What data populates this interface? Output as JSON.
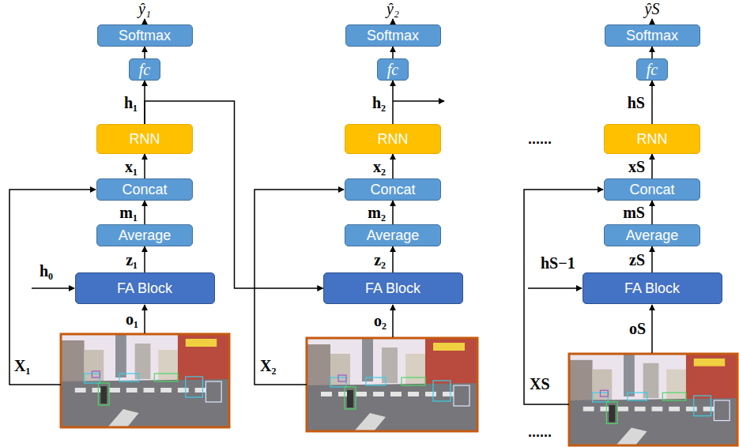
{
  "diagram": {
    "nodes": [
      {
        "text": [
          "Softmax"
        ]
      },
      {
        "text": [
          "fc"
        ]
      },
      {
        "text": [
          "RNN"
        ]
      },
      {
        "text": [
          "Concat"
        ]
      },
      {
        "text": [
          "Average"
        ]
      },
      {
        "text": [
          "FA Block"
        ]
      },
      {
        "text": [
          "Softmax"
        ]
      },
      {
        "text": [
          "fc"
        ]
      },
      {
        "text": [
          "RNN"
        ]
      },
      {
        "text": [
          "Concat"
        ]
      },
      {
        "text": [
          "Average"
        ]
      },
      {
        "text": [
          "FA Block"
        ]
      },
      {
        "text": [
          "Softmax"
        ]
      },
      {
        "text": [
          "fc"
        ]
      },
      {
        "text": [
          "RNN"
        ]
      },
      {
        "text": [
          "Concat"
        ]
      },
      {
        "text": [
          "Average"
        ]
      },
      {
        "text": [
          "FA Block"
        ]
      }
    ],
    "edges": [
      {
        "from": 5,
        "to": 4,
        "arrow": "to",
        "label": "z₁"
      },
      {
        "from": 4,
        "to": 3,
        "arrow": "to",
        "label": "m₁"
      },
      {
        "from": 3,
        "to": 2,
        "arrow": "to",
        "label": "x₁"
      },
      {
        "from": 2,
        "to": 1,
        "arrow": "to",
        "label": "h₁"
      },
      {
        "from": 1,
        "to": 0,
        "arrow": "to"
      },
      {
        "from": 2,
        "to": 11,
        "arrow": "to"
      },
      {
        "from": 11,
        "to": 10,
        "arrow": "to",
        "label": "z₂"
      },
      {
        "from": 10,
        "to": 9,
        "arrow": "to",
        "label": "m₂"
      },
      {
        "from": 9,
        "to": 8,
        "arrow": "to",
        "label": "x₂"
      },
      {
        "from": 8,
        "to": 7,
        "arrow": "to",
        "label": "h₂"
      },
      {
        "from": 7,
        "to": 6,
        "arrow": "to"
      },
      {
        "from": 17,
        "to": 16,
        "arrow": "to",
        "label": "zS"
      },
      {
        "from": 16,
        "to": 15,
        "arrow": "to",
        "label": "mS"
      },
      {
        "from": 15,
        "to": 14,
        "arrow": "to",
        "label": "xS"
      },
      {
        "from": 14,
        "to": 13,
        "arrow": "to",
        "label": "hS"
      },
      {
        "from": 13,
        "to": 12,
        "arrow": "to"
      }
    ],
    "labels": [
      "ŷ₁",
      "h₀",
      "o₁",
      "X₁",
      "ŷ₂",
      "o₂",
      "X₂",
      "......",
      "ŷS",
      "hS−1",
      "oS",
      "XS",
      "......"
    ]
  }
}
